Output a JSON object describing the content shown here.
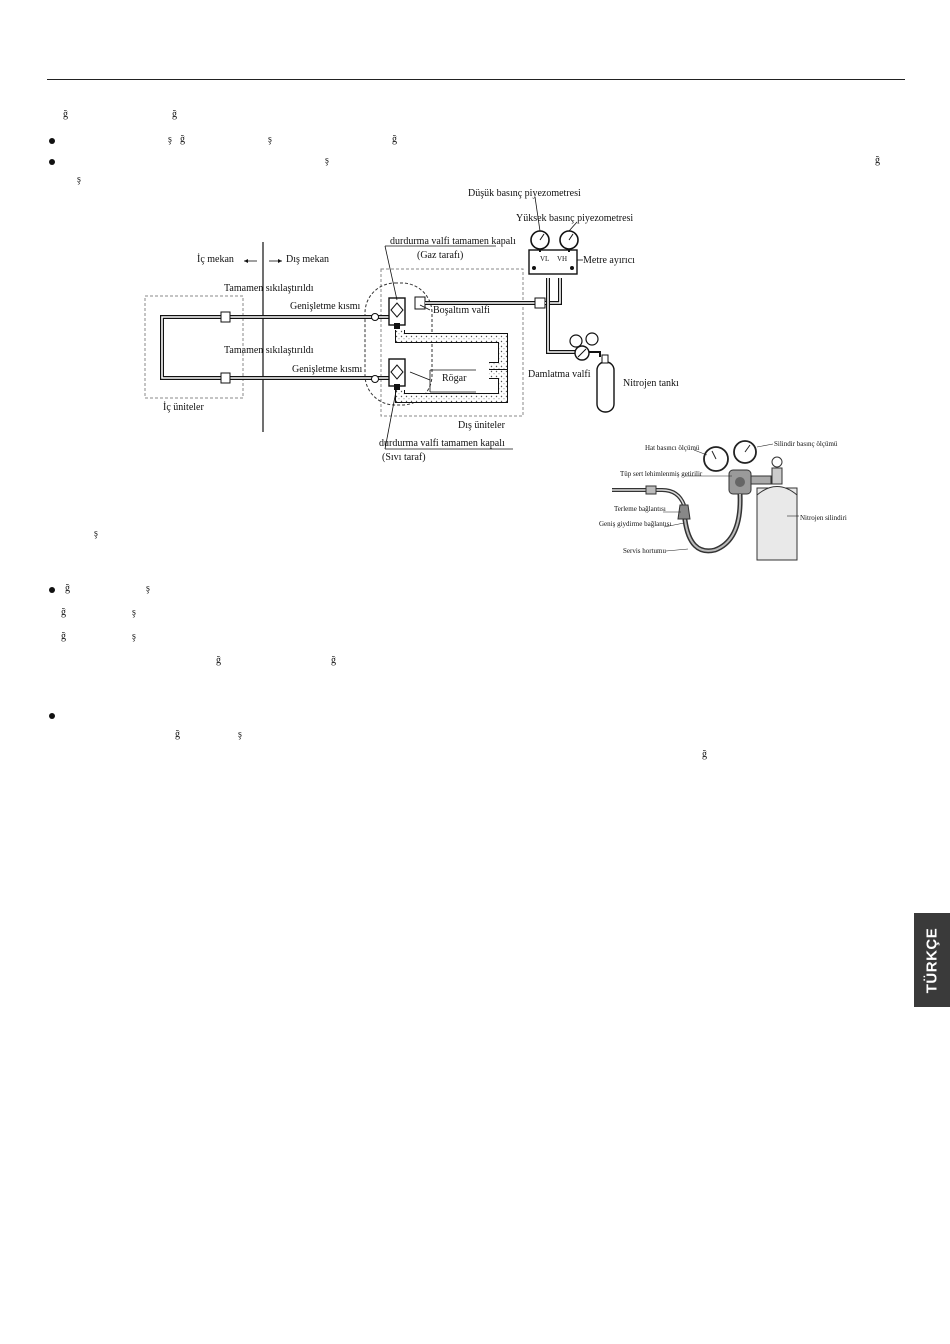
{
  "side_tab": "TÜRKÇE",
  "text_fragments": {
    "f1a": "ğ",
    "f1b": "ğ",
    "f2a": "ş",
    "f2b": "ğ",
    "f2c": "ş",
    "f2d": "ğ",
    "f3a": "ş",
    "f3b": "ğ",
    "f3c": "ş",
    "f4a": "ş",
    "f5a": "ğ",
    "f5b": "ş",
    "f6a": "ğ",
    "f6b": "ş",
    "f7a": "ğ",
    "f7b": "ş",
    "f8a": "ğ",
    "f8b": "ğ",
    "f9a": "ğ",
    "f9b": "ş",
    "f9c": "ğ"
  },
  "diagram": {
    "low_pressure_gauge": "Düşük basınç piyezometresi",
    "high_pressure_gauge": "Yüksek basınç piyezometresi",
    "indoor_side": "İç mekan",
    "outdoor_side": "Dış mekan",
    "stop_valve_gas": "durdurma valfi tamamen kapalı",
    "gas_side": "(Gaz tarafı)",
    "manifold": "Metre ayırıcı",
    "tightened_top": "Tamamen sıkılaştırıldı",
    "flare_top": "Genişletme kısmı",
    "drain_valve": "Boşaltım valfi",
    "tightened_bottom": "Tamamen sıkılaştırıldı",
    "flare_bottom": "Genişletme kısmı",
    "rogar": "Rögar",
    "drip_valve": "Damlatma valfi",
    "nitrogen_tank": "Nitrojen tankı",
    "indoor_units": "İç üniteler",
    "outdoor_units": "Dış üniteler",
    "stop_valve_liquid": "durdurma valfi tamamen kapalı",
    "liquid_side": "(Sıvı taraf)",
    "gauge_vl": "VL",
    "gauge_vh": "VH"
  },
  "photo": {
    "line_pressure": "Hat basıncı ölçümü",
    "cylinder_pressure": "Silindir basınç ölçümü",
    "tube_brazed": "Tüp sert lehimlenmiş getirilir",
    "sweat_connection": "Terleme bağlantısı",
    "flare_connection": "Geniş giydirme bağlantısı",
    "nitrogen_cylinder": "Nitrojen silindiri",
    "service_hose": "Servis hortumu"
  }
}
